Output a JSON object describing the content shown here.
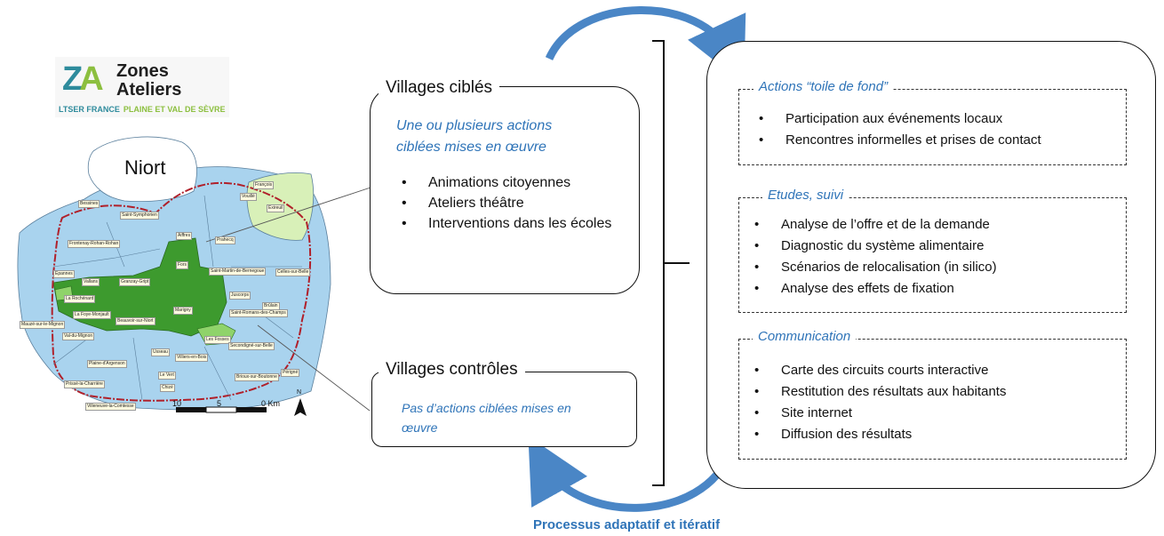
{
  "logo": {
    "mark_z": "Z",
    "mark_a": "A",
    "title_line1": "Zones",
    "title_line2": "Ateliers",
    "subtitle_left": "LTSER FRANCE",
    "subtitle_right": "PLAINE ET VAL DE SÈVRE"
  },
  "map": {
    "city_label": "Niort",
    "towns": [
      "Niort",
      "Bessines",
      "Saint-Symphorien",
      "Frontenay-Rohan-Rohan",
      "Epannes",
      "Vallans",
      "Granzay-Gript",
      "Aiffres",
      "Prahecq",
      "Fors",
      "Saint-Martin-de-Bernegoue",
      "Juscorps",
      "Brûlain",
      "Marigny",
      "Saint-Romans-des-Champs",
      "La Rochénard",
      "La Foye-Monjault",
      "Beauvoir-sur-Niort",
      "Mauzé-sur-le-Mignon",
      "Val-du-Mignon",
      "Plaine-d'Argenson",
      "Usseau",
      "Prissé-la-Charrière",
      "Villiers-en-Bois",
      "Les Fosses",
      "Secondigné-sur-Belle",
      "Celles-sur-Belle",
      "Vouillé",
      "François",
      "Exireuil",
      "Brioux-sur-Boutonne",
      "Périgné",
      "Villeneuve-la-Comtesse",
      "Le Vert",
      "Chizé"
    ],
    "scale": {
      "l10": "10",
      "l5": "5",
      "l0": "0 Km"
    },
    "north": "N"
  },
  "villages_cibles": {
    "title": "Villages ciblés",
    "subtitle_line1": "Une ou plusieurs actions",
    "subtitle_line2": "ciblées mises en œuvre",
    "items": [
      "Animations citoyennes",
      "Ateliers théâtre",
      "Interventions dans les écoles"
    ]
  },
  "villages_controles": {
    "title": "Villages contrôles",
    "subtitle_line1": "Pas d’actions ciblées mises en",
    "subtitle_line2": "œuvre"
  },
  "actions": {
    "sections": [
      {
        "title": "Actions “toile de fond”",
        "items": [
          "Participation aux événements locaux",
          "Rencontres informelles et prises de contact"
        ]
      },
      {
        "title": "Etudes, suivi",
        "items": [
          "Analyse de l’offre et de la demande",
          "Diagnostic du système alimentaire",
          "Scénarios de relocalisation (in silico)",
          "Analyse des effets de fixation"
        ]
      },
      {
        "title": "Communication",
        "items": [
          "Carte des circuits courts interactive",
          "Restitution des résultats aux habitants",
          "Site internet",
          "Diffusion des résultats"
        ]
      }
    ]
  },
  "footer": "Processus adaptatif et itératif",
  "colors": {
    "blue_text": "#2f74b8",
    "arrow": "#4a86c6",
    "map_blue": "#a9d3ee",
    "map_green_dark": "#3d9a2e",
    "map_green_light": "#d8f0b8",
    "boundary": "#b0202a"
  }
}
